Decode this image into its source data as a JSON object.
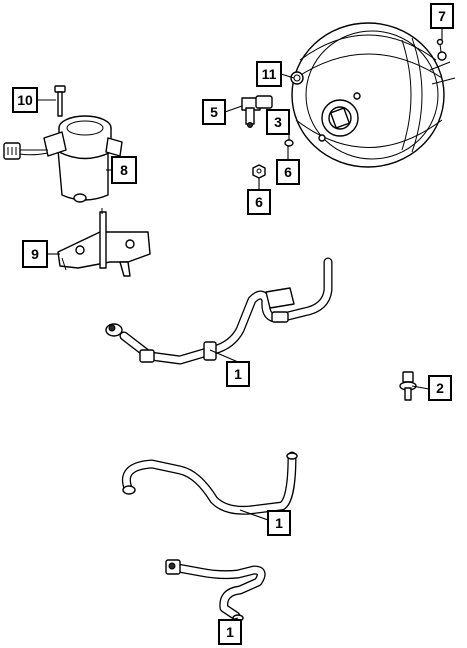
{
  "diagram": {
    "callouts": [
      {
        "id": "c7",
        "label": "7"
      },
      {
        "id": "c11",
        "label": "11"
      },
      {
        "id": "c10",
        "label": "10"
      },
      {
        "id": "c5",
        "label": "5"
      },
      {
        "id": "c3",
        "label": "3"
      },
      {
        "id": "c8",
        "label": "8"
      },
      {
        "id": "c6a",
        "label": "6"
      },
      {
        "id": "c6b",
        "label": "6"
      },
      {
        "id": "c9",
        "label": "9"
      },
      {
        "id": "c1a",
        "label": "1"
      },
      {
        "id": "c2",
        "label": "2"
      },
      {
        "id": "c1b",
        "label": "1"
      },
      {
        "id": "c1c",
        "label": "1"
      }
    ],
    "colors": {
      "line": "#000000",
      "background": "#ffffff"
    }
  }
}
